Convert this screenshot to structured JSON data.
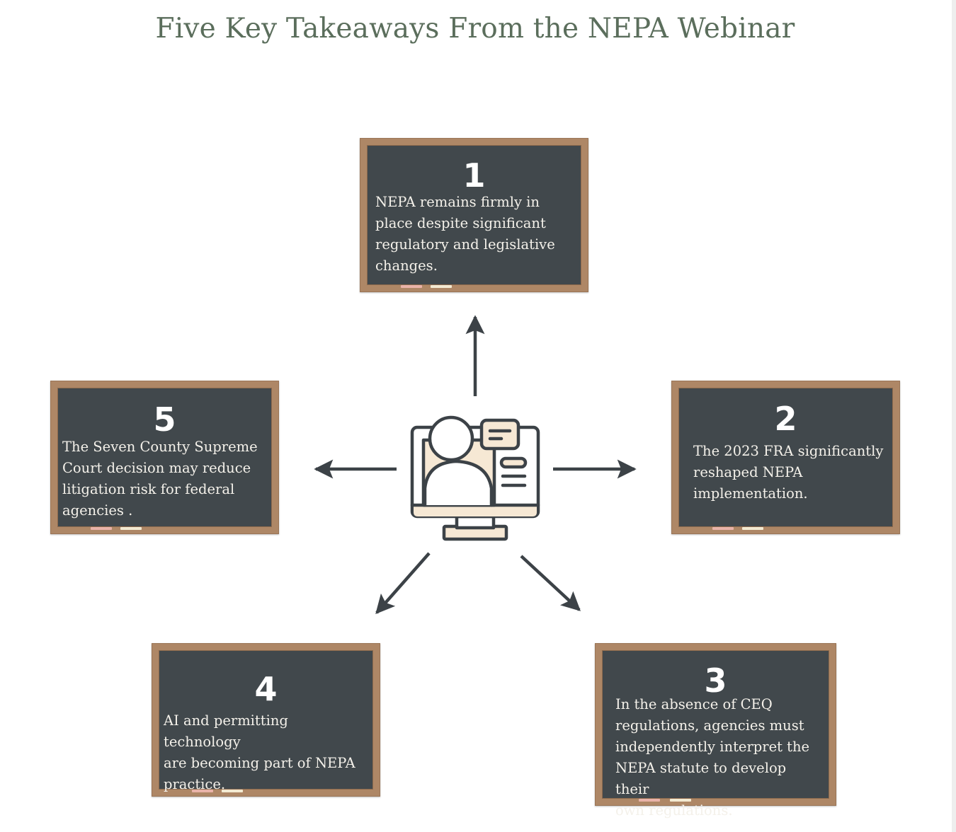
{
  "title": "Five Key Takeaways From the NEPA Webinar",
  "colors": {
    "title": "#5b6e5c",
    "board_fill": "#41484c",
    "board_frame": "#ae8766",
    "arrow": "#3c4247",
    "icon_outline": "#3c4247",
    "icon_fill": "#f6e8d4",
    "chalk_pink": "#e9b3a9",
    "chalk_cream": "#f3ead2"
  },
  "center_icon": "computer-user-icon",
  "takeaways": [
    {
      "number": "1",
      "lines": [
        "NEPA remains firmly in",
        "place despite significant",
        "regulatory and legislative",
        "changes."
      ]
    },
    {
      "number": "2",
      "lines": [
        "The 2023 FRA significantly",
        "reshaped NEPA",
        "implementation."
      ]
    },
    {
      "number": "3",
      "lines": [
        "In the absence of CEQ",
        "regulations, agencies must",
        "independently interpret the",
        "NEPA statute to develop their",
        "own regulations."
      ]
    },
    {
      "number": "4",
      "lines": [
        "AI and permitting technology",
        "are becoming part of NEPA",
        "practice."
      ]
    },
    {
      "number": "5",
      "lines": [
        "The Seven County Supreme",
        "Court decision may reduce",
        "litigation risk for federal",
        "agencies ."
      ]
    }
  ]
}
